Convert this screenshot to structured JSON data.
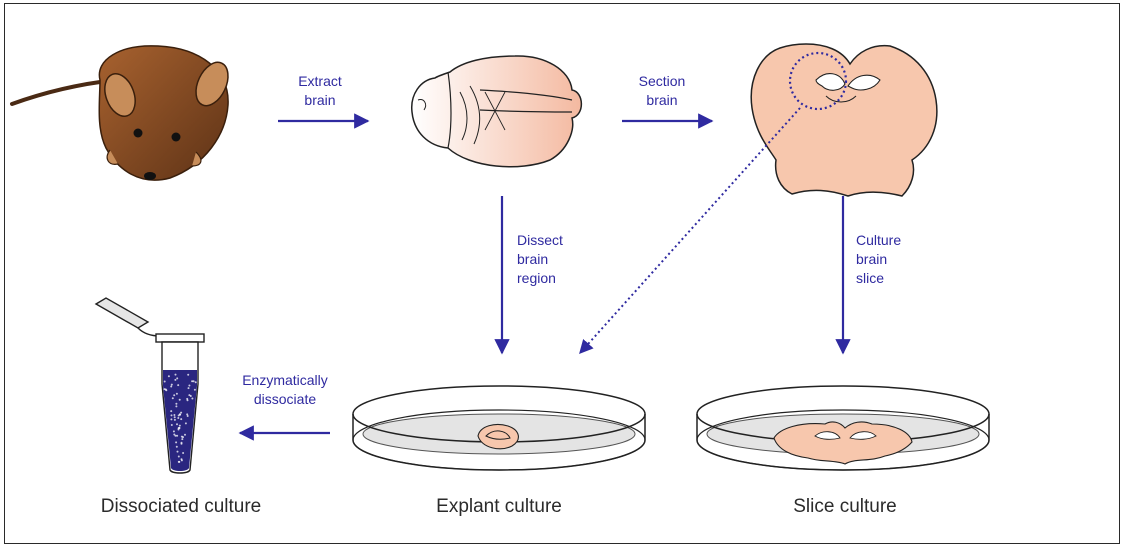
{
  "steps": {
    "extract": [
      "Extract",
      "brain"
    ],
    "section": [
      "Section",
      "brain"
    ],
    "dissect": [
      "Dissect",
      "brain",
      "region"
    ],
    "culture": [
      "Culture",
      "brain",
      "slice"
    ],
    "dissociate": [
      "Enzymatically",
      "dissociate"
    ]
  },
  "captions": {
    "dissociated": "Dissociated culture",
    "explant": "Explant culture",
    "slice": "Slice culture"
  },
  "colors": {
    "arrow": "#2f2aa0",
    "tissue": "#f7c7ad",
    "mouse": "#8a4f28",
    "dish_fill": "#e4e4e4",
    "tube_fluid": "#2a2680"
  }
}
